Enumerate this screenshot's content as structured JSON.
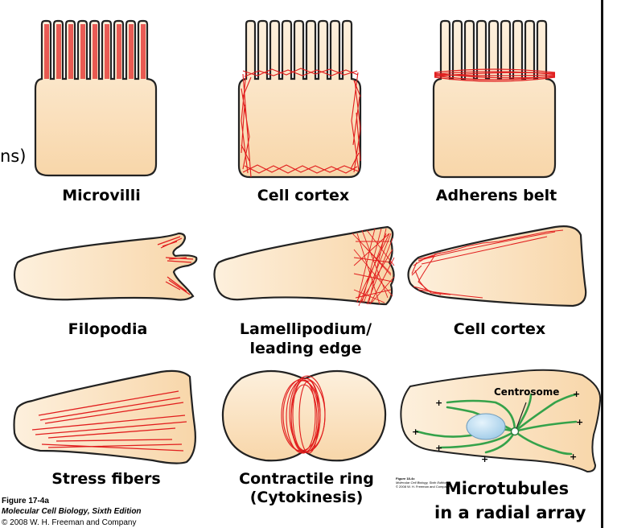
{
  "fragment_left": "ns)",
  "labels": {
    "microvilli": "Microvilli",
    "cell_cortex_top": "Cell cortex",
    "adherens_belt": "Adherens belt",
    "filopodia": "Filopodia",
    "lamellipodium_line1": "Lamellipodium/",
    "lamellipodium_line2": "leading edge",
    "cell_cortex_mid": "Cell cortex",
    "stress_fibers": "Stress fibers",
    "contractile_line1": "Contractile ring",
    "contractile_line2": "(Cytokinesis)",
    "microtubules_line1": "Microtubules",
    "microtubules_line2": "in a radial array",
    "centrosome": "Centrosome"
  },
  "caption": {
    "figure": "Figure 17-4a",
    "book": "Molecular Cell Biology, Sixth Edition",
    "copyright": "© 2008 W. H. Freeman and Company"
  },
  "tiny_caption": {
    "line1": "Figure 18-4c",
    "line2": "Molecular Cell Biology, Sixth Edition",
    "line3": "© 2008 W. H. Freeman and Company"
  },
  "colors": {
    "cell_fill": "#fbe3c3",
    "actin": "#e11d1d",
    "microtubule": "#35a24a",
    "nucleus": "#b9dcf2"
  }
}
